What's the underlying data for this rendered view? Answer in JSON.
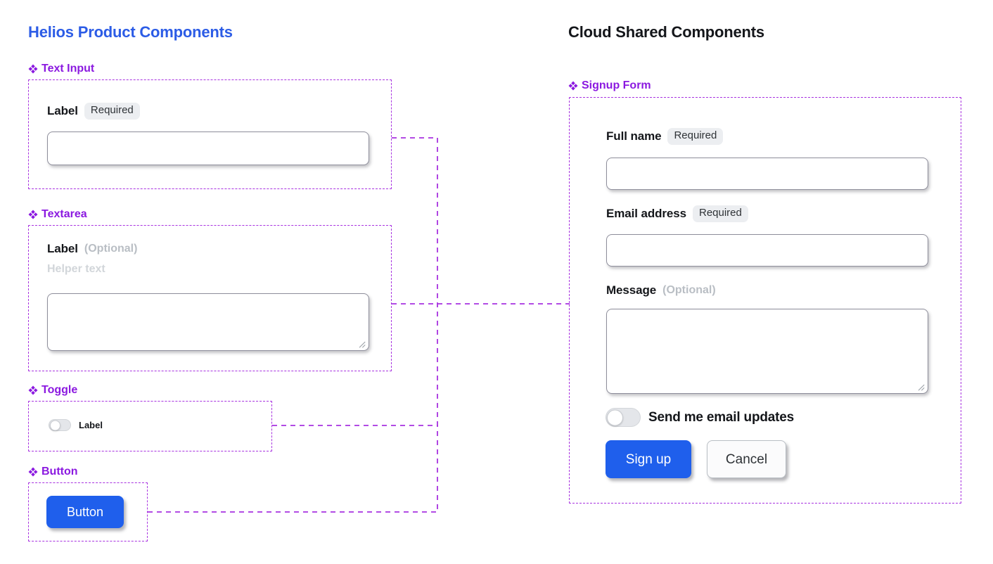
{
  "headings": {
    "left": "Helios Product Components",
    "right": "Cloud Shared Components"
  },
  "colors": {
    "left_heading": "#2c5ce6",
    "right_heading": "#14161a",
    "group_label": "#8b19e0",
    "frame_dashed": "#a832e0",
    "primary_button": "#1f5fec",
    "badge_background": "#eceef1",
    "optional_text": "#b9bec4",
    "helper_text": "#d2d6da"
  },
  "icons": {
    "group_marker": "diamond-cluster-icon",
    "resize": "resize-grip-icon"
  },
  "left_panel": {
    "groups": [
      {
        "name": "text-input",
        "label": "Text Input",
        "field": {
          "label": "Label",
          "badge": "Required",
          "input_value": "",
          "input_placeholder": ""
        }
      },
      {
        "name": "textarea",
        "label": "Textarea",
        "field": {
          "label": "Label",
          "optional": "(Optional)",
          "helper": "Helper text",
          "input_value": "",
          "input_placeholder": ""
        }
      },
      {
        "name": "toggle",
        "label": "Toggle",
        "field": {
          "label": "Label",
          "checked": false
        }
      },
      {
        "name": "button",
        "label": "Button",
        "field": {
          "label": "Button"
        }
      }
    ]
  },
  "right_panel": {
    "group": {
      "name": "signup-form",
      "label": "Signup Form"
    },
    "form": {
      "full_name": {
        "label": "Full name",
        "badge": "Required",
        "value": "",
        "placeholder": ""
      },
      "email": {
        "label": "Email address",
        "badge": "Required",
        "value": "",
        "placeholder": ""
      },
      "message": {
        "label": "Message",
        "optional": "(Optional)",
        "value": "",
        "placeholder": ""
      },
      "email_updates": {
        "label": "Send me email updates",
        "checked": false
      },
      "submit_label": "Sign up",
      "cancel_label": "Cancel"
    }
  }
}
